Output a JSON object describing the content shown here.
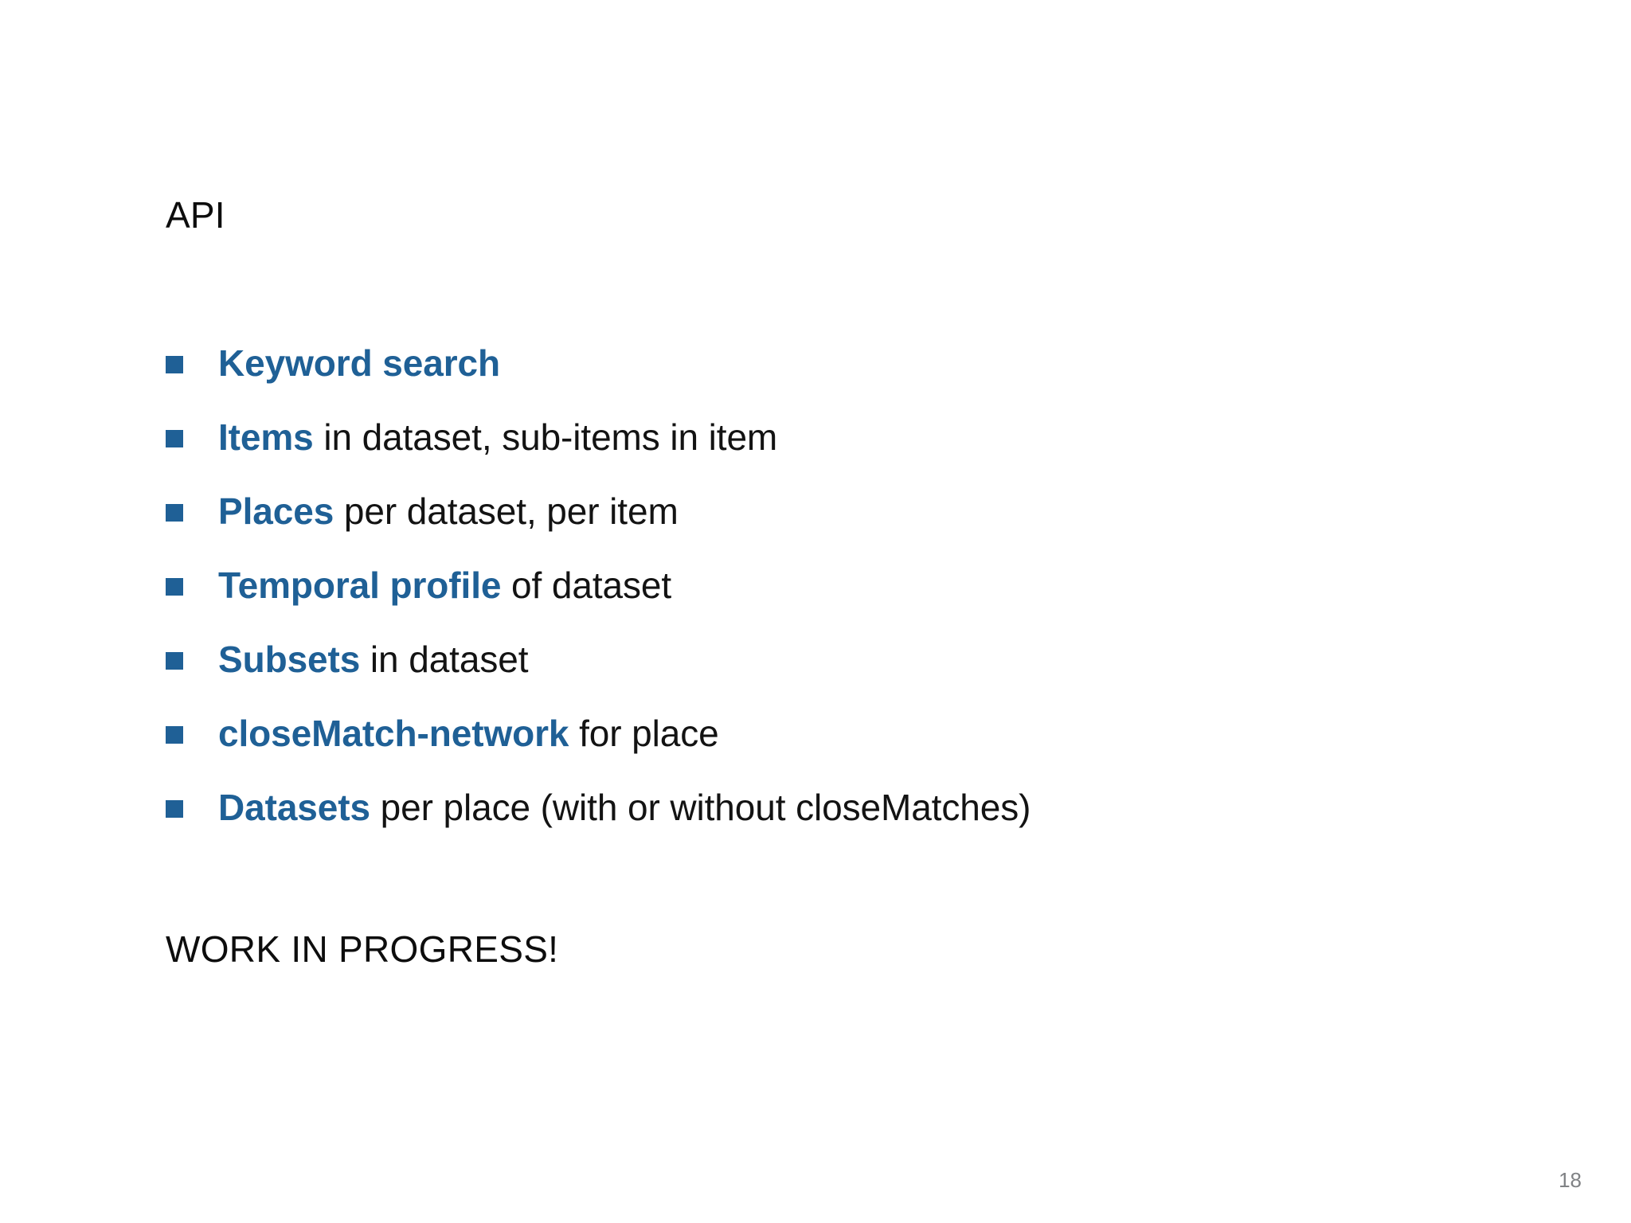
{
  "slide": {
    "title": "API",
    "note": "WORK IN PROGRESS!",
    "page_number": "18",
    "accent_color": "#1f6096",
    "text_color": "#0d0d0d",
    "page_number_color": "#808285",
    "background_color": "#ffffff",
    "bullet_marker": "square-bullet"
  },
  "bullets": [
    {
      "keyword": "Keyword search",
      "rest": ""
    },
    {
      "keyword": "Items",
      "rest": " in dataset, sub-items in item"
    },
    {
      "keyword": "Places",
      "rest": " per dataset, per item"
    },
    {
      "keyword": "Temporal profile",
      "rest": " of dataset"
    },
    {
      "keyword": "Subsets",
      "rest": " in dataset"
    },
    {
      "keyword": "closeMatch-network",
      "rest": " for place"
    },
    {
      "keyword": "Datasets",
      "rest": " per place (with or without closeMatches)"
    }
  ]
}
